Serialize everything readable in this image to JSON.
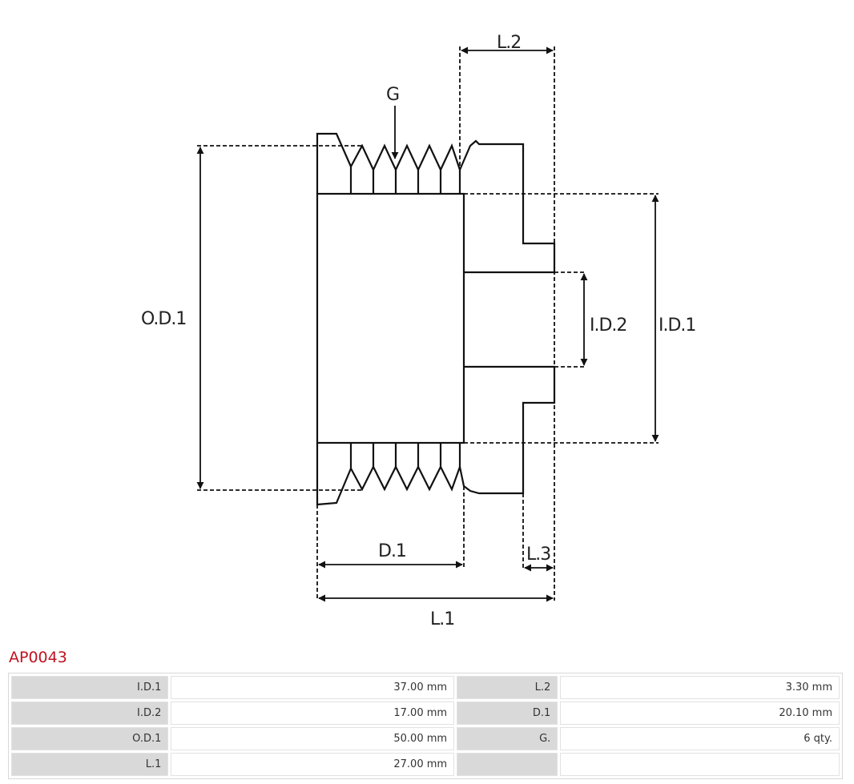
{
  "diagram": {
    "labels": {
      "l2": "L.2",
      "g": "G",
      "od1": "O.D.1",
      "id2": "I.D.2",
      "id1": "I.D.1",
      "d1": "D.1",
      "l3": "L.3",
      "l1": "L.1"
    }
  },
  "part_code": "AP0043",
  "specs": [
    {
      "k1": "I.D.1",
      "v1": "37.00 mm",
      "k2": "L.2",
      "v2": "3.30 mm"
    },
    {
      "k1": "I.D.2",
      "v1": "17.00 mm",
      "k2": "D.1",
      "v2": "20.10 mm"
    },
    {
      "k1": "O.D.1",
      "v1": "50.00 mm",
      "k2": "G.",
      "v2": "6 qty."
    },
    {
      "k1": "L.1",
      "v1": "27.00 mm",
      "k2": "",
      "v2": ""
    }
  ]
}
